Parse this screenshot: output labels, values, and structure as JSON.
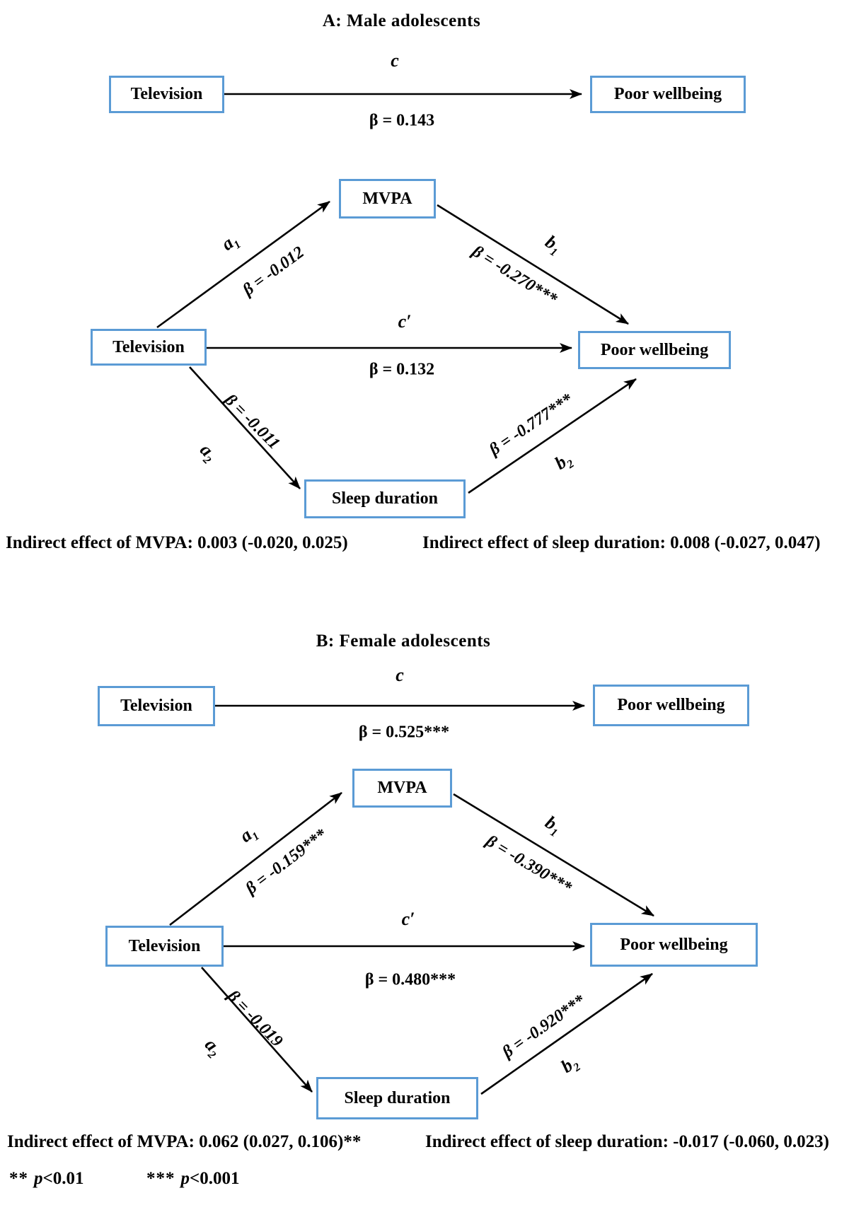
{
  "figure": {
    "colors": {
      "box_border": "#5b9bd5",
      "arrow": "#000000",
      "text": "#000000",
      "background": "#ffffff"
    },
    "panels": [
      {
        "key": "A",
        "title": "A: Male adolescents",
        "direct": {
          "predictor": "Television",
          "outcome": "Poor wellbeing",
          "path_label": "c",
          "beta": "β = 0.143"
        },
        "mediation": {
          "predictor": "Television",
          "mediator_top": "MVPA",
          "mediator_bottom": "Sleep duration",
          "outcome": "Poor wellbeing",
          "a1": {
            "label": "a",
            "sub": "1",
            "beta": "β = -0.012"
          },
          "b1": {
            "label": "b",
            "sub": "1",
            "beta": "β = -0.270***"
          },
          "c_prime": {
            "label": "c′",
            "beta": "β = 0.132"
          },
          "a2": {
            "label": "a",
            "sub": "2",
            "beta": "β = -0.011"
          },
          "b2": {
            "label": "b",
            "sub": "2",
            "beta": "β = -0.777***"
          }
        },
        "indirect_mvpa": "Indirect effect of MVPA: 0.003 (-0.020, 0.025)",
        "indirect_sleep": "Indirect effect of sleep duration: 0.008 (-0.027, 0.047)"
      },
      {
        "key": "B",
        "title": "B: Female adolescents",
        "direct": {
          "predictor": "Television",
          "outcome": "Poor wellbeing",
          "path_label": "c",
          "beta": "β = 0.525***"
        },
        "mediation": {
          "predictor": "Television",
          "mediator_top": "MVPA",
          "mediator_bottom": "Sleep duration",
          "outcome": "Poor wellbeing",
          "a1": {
            "label": "a",
            "sub": "1",
            "beta": "β = -0.159***"
          },
          "b1": {
            "label": "b",
            "sub": "1",
            "beta": "β = -0.390***"
          },
          "c_prime": {
            "label": "c′",
            "beta": "β = 0.480***"
          },
          "a2": {
            "label": "a",
            "sub": "2",
            "beta": "β = -0.019"
          },
          "b2": {
            "label": "b",
            "sub": "2",
            "beta": "β = -0.920***"
          }
        },
        "indirect_mvpa": "Indirect effect of MVPA: 0.062 (0.027, 0.106)**",
        "indirect_sleep": "Indirect effect of sleep duration: -0.017 (-0.060, 0.023)"
      }
    ],
    "footnote": {
      "sig2_stars": "**",
      "sig2_label": "p",
      "sig2_value": "<0.01",
      "sig3_stars": "***",
      "sig3_label": "p",
      "sig3_value": "<0.001"
    }
  }
}
